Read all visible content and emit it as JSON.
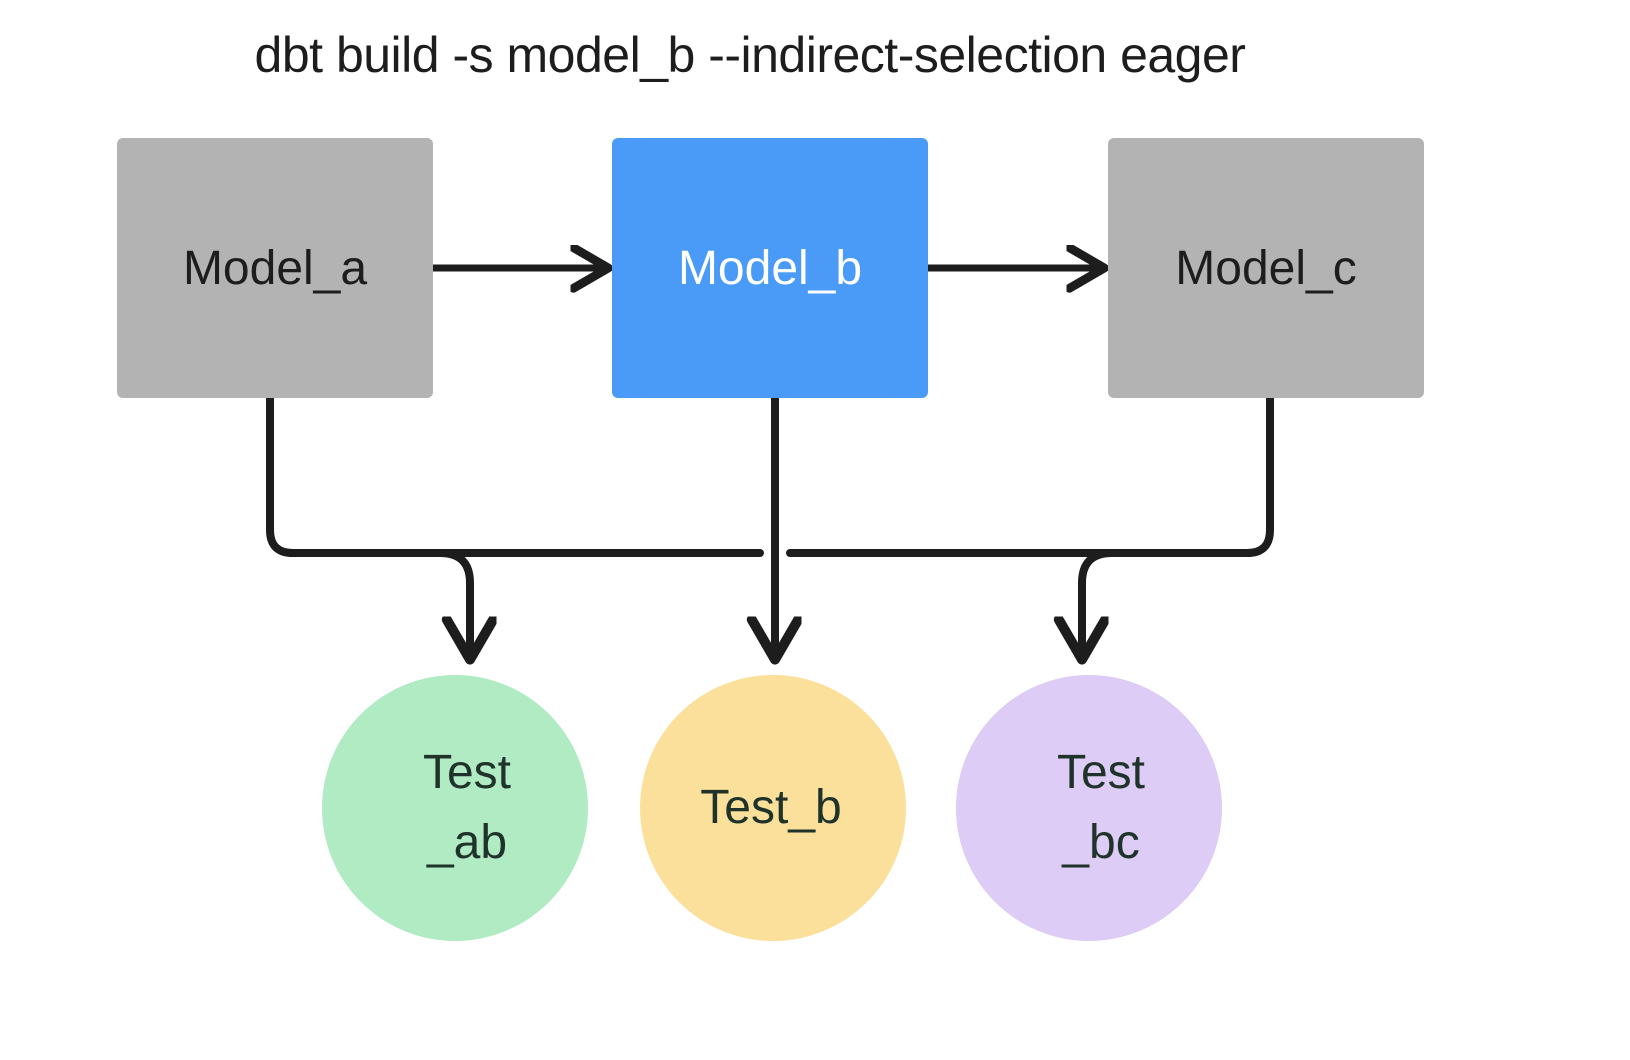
{
  "title": "dbt build -s model_b --indirect-selection eager",
  "colors": {
    "background": "#ffffff",
    "model_inactive": "#b3b3b3",
    "model_selected": "#4a9bf7",
    "test_ab": "#b0ebc3",
    "test_b": "#fae09a",
    "test_bc": "#ddccf5",
    "edge": "#1d1d1d",
    "text_dark": "#1d1d1d",
    "text_light": "#ffffff"
  },
  "models": [
    {
      "id": "model_a",
      "label": "Model_a",
      "state": "unselected",
      "fill": "#b3b3b3",
      "text_color": "#1d1d1d"
    },
    {
      "id": "model_b",
      "label": "Model_b",
      "state": "selected",
      "fill": "#4a9bf7",
      "text_color": "#ffffff"
    },
    {
      "id": "model_c",
      "label": "Model_c",
      "state": "unselected",
      "fill": "#b3b3b3",
      "text_color": "#1d1d1d"
    }
  ],
  "tests": [
    {
      "id": "test_ab",
      "line1": "Test",
      "line2": "_ab",
      "fill": "#b0ebc3",
      "text_color": "#20332a"
    },
    {
      "id": "test_b",
      "line1": "Test_b",
      "line2": "",
      "fill": "#fae09a",
      "text_color": "#20332a"
    },
    {
      "id": "test_bc",
      "line1": "Test",
      "line2": "_bc",
      "fill": "#ddccf5",
      "text_color": "#20332a"
    }
  ],
  "edges": [
    {
      "id": "model_a-to-model_b",
      "from": "model_a",
      "to": "model_b",
      "kind": "arrow-right"
    },
    {
      "id": "model_b-to-model_c",
      "from": "model_b",
      "to": "model_c",
      "kind": "arrow-right"
    },
    {
      "id": "model_a-to-test_ab",
      "from": "model_a",
      "to": "test_ab",
      "kind": "elbow-down"
    },
    {
      "id": "model_b-to-test_ab",
      "from": "model_b",
      "to": "test_ab",
      "kind": "elbow-down"
    },
    {
      "id": "model_b-to-test_b",
      "from": "model_b",
      "to": "test_b",
      "kind": "straight-down"
    },
    {
      "id": "model_b-to-test_bc",
      "from": "model_b",
      "to": "test_bc",
      "kind": "elbow-down"
    },
    {
      "id": "model_c-to-test_bc",
      "from": "model_c",
      "to": "test_bc",
      "kind": "elbow-down"
    }
  ]
}
